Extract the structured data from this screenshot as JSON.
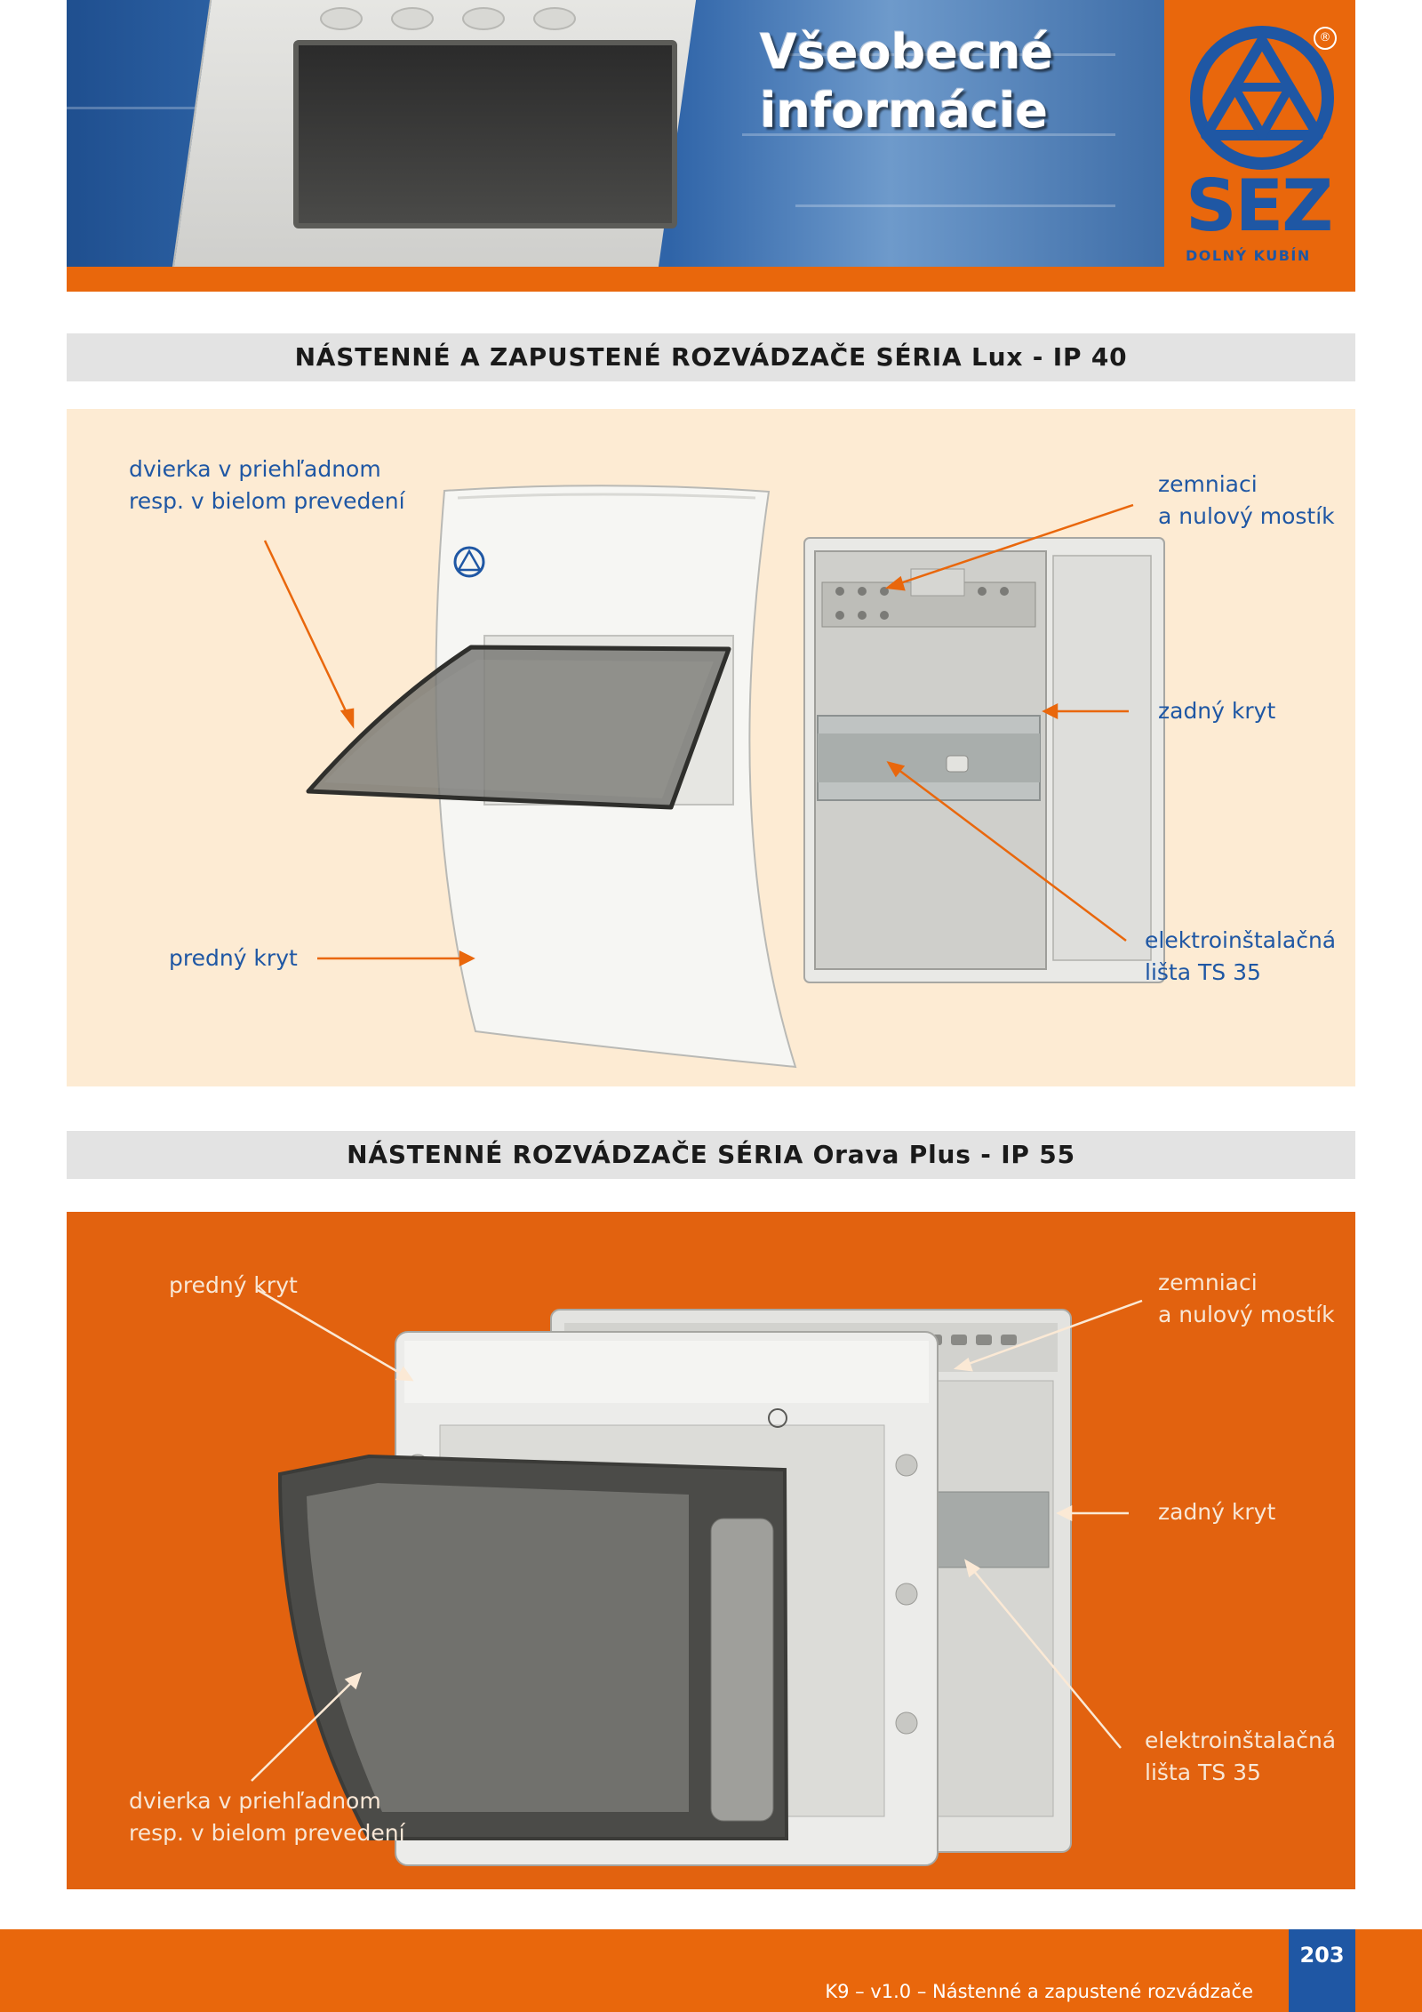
{
  "header": {
    "title_line1": "Všeobecné",
    "title_line2": "informácie",
    "logo_text": "SEZ",
    "logo_city": "DOLNÝ KUBÍN",
    "registered_mark": "®"
  },
  "section1": {
    "title": "NÁSTENNÉ A ZAPUSTENÉ ROZVÁDZAČE  SÉRIA Lux - IP 40",
    "labels": {
      "door_line1": "dvierka v priehľadnom",
      "door_line2": "resp. v bielom prevedení",
      "earth_line1": "zemniaci",
      "earth_line2": "a nulový mostík",
      "back_cover": "zadný kryt",
      "front_cover": "predný kryt",
      "rail_line1": "elektroinštalačná",
      "rail_line2": "lišta TS 35"
    }
  },
  "section2": {
    "title": "NÁSTENNÉ ROZVÁDZAČE SÉRIA Orava Plus - IP 55",
    "labels": {
      "front_cover": "predný kryt",
      "earth_line1": "zemniaci",
      "earth_line2": "a nulový mostík",
      "back_cover": "zadný kryt",
      "rail_line1": "elektroinštalačná",
      "rail_line2": "lišta TS 35",
      "door_line1": "dvierka v priehľadnom",
      "door_line2": "resp. v bielom prevedení"
    }
  },
  "footer": {
    "text": "K9 – v1.0 – Nástenné a zapustené rozvádzače",
    "page": "203"
  },
  "colors": {
    "orange": "#e9670c",
    "blue": "#1f57a4",
    "panel_cream": "#fdebd3",
    "section_grey": "#e3e3e3"
  }
}
